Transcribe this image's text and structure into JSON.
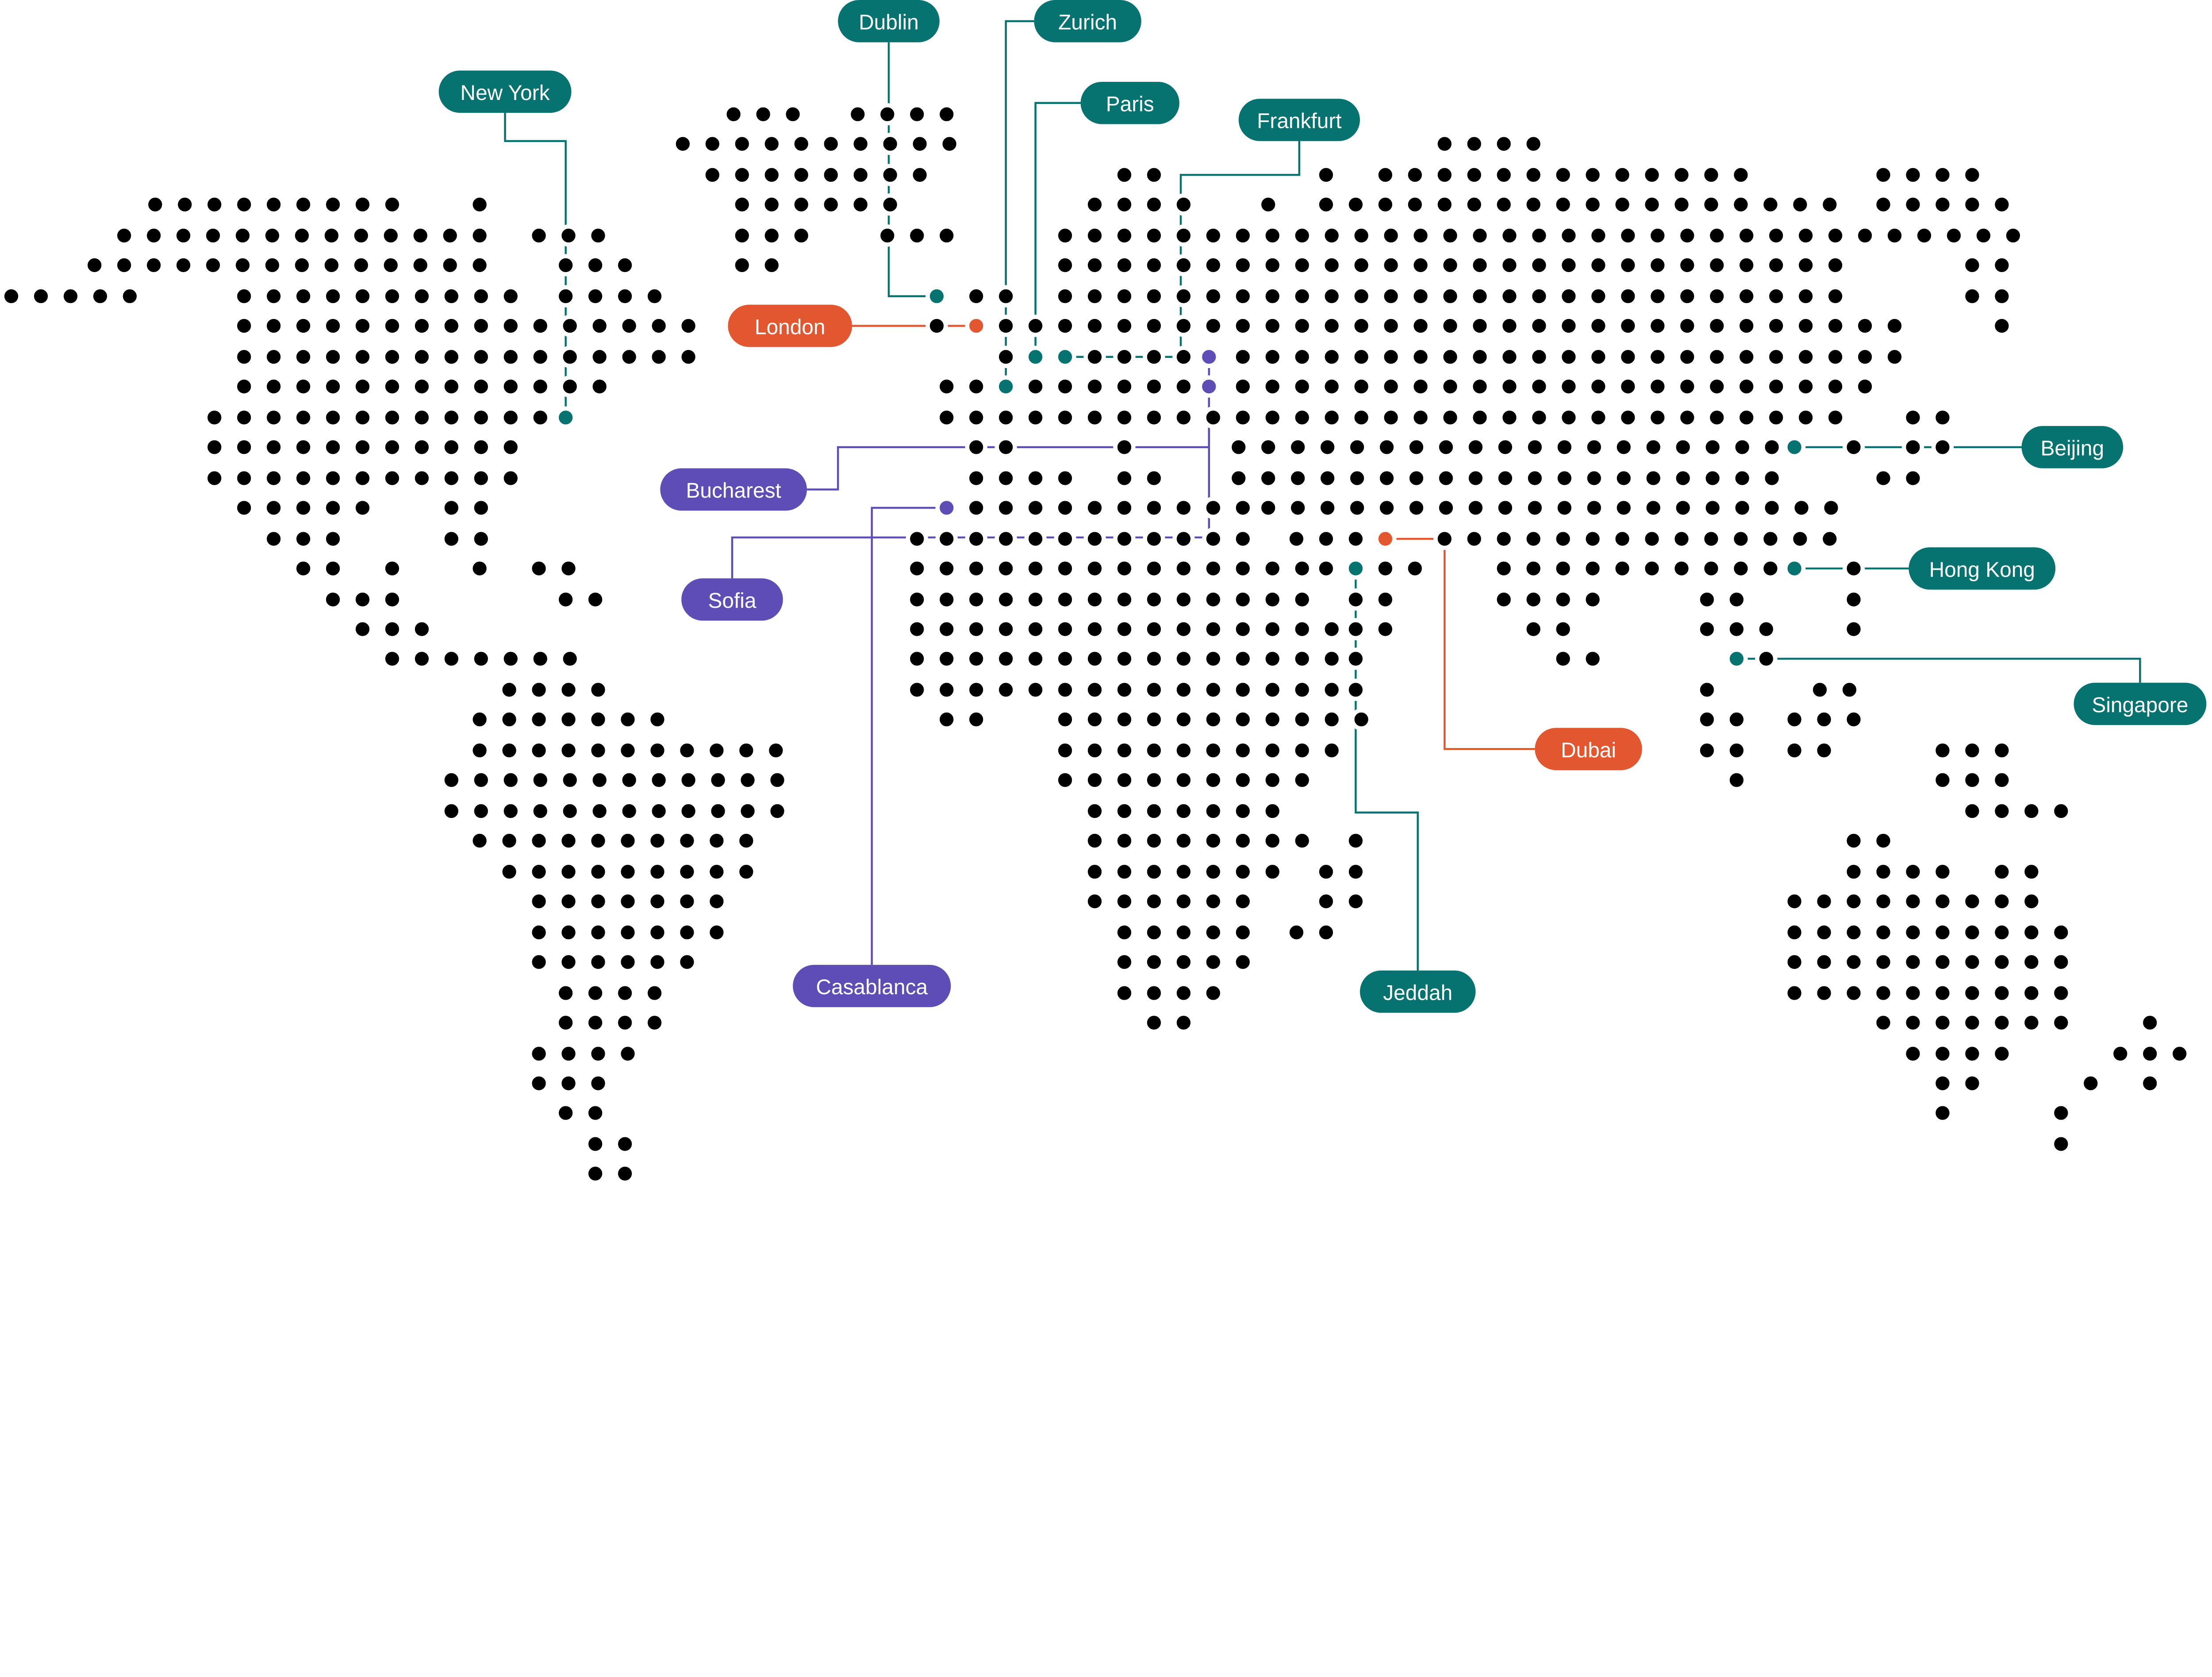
{
  "colors": {
    "dot": "#000000",
    "teal": "#067370",
    "orange": "#E2572F",
    "purple": "#5E4DB5",
    "background": "#FFFFFF"
  },
  "locations": [
    {
      "id": "dublin",
      "label": "Dublin",
      "color": "teal"
    },
    {
      "id": "zurich",
      "label": "Zurich",
      "color": "teal"
    },
    {
      "id": "new-york",
      "label": "New York",
      "color": "teal"
    },
    {
      "id": "paris",
      "label": "Paris",
      "color": "teal"
    },
    {
      "id": "frankfurt",
      "label": "Frankfurt",
      "color": "teal"
    },
    {
      "id": "london",
      "label": "London",
      "color": "orange"
    },
    {
      "id": "bucharest",
      "label": "Bucharest",
      "color": "purple"
    },
    {
      "id": "sofia",
      "label": "Sofia",
      "color": "purple"
    },
    {
      "id": "beijing",
      "label": "Beijing",
      "color": "teal"
    },
    {
      "id": "hong-kong",
      "label": "Hong Kong",
      "color": "teal"
    },
    {
      "id": "singapore",
      "label": "Singapore",
      "color": "teal"
    },
    {
      "id": "dubai",
      "label": "Dubai",
      "color": "orange"
    },
    {
      "id": "casablanca",
      "label": "Casablanca",
      "color": "purple"
    },
    {
      "id": "jeddah",
      "label": "Jeddah",
      "color": "teal"
    }
  ]
}
